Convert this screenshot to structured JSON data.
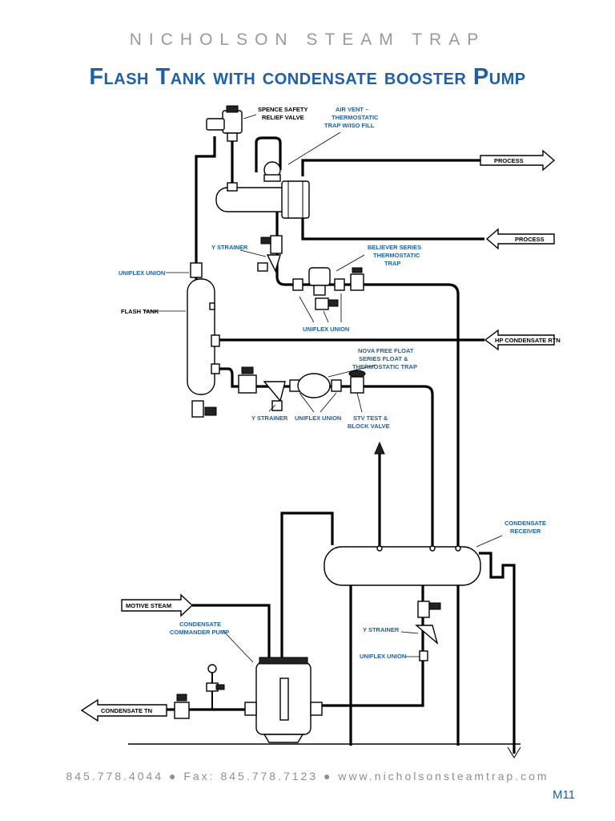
{
  "header": {
    "brand": "NICHOLSON STEAM TRAP",
    "title": "Flash Tank with condensate booster Pump"
  },
  "labels": {
    "spence": [
      "SPENCE SAFETY",
      "RELIEF VALVE"
    ],
    "air_vent": [
      "AIR VENT –",
      "THERMOSTATIC",
      "TRAP W/ISO FILL"
    ],
    "process_top": "PROCESS",
    "process_mid": "PROCESS",
    "y_strainer_top": "Y STRAINER",
    "believer": [
      "BELIEVER SERIES",
      "THERMOSTATIC",
      "TRAP"
    ],
    "uniflex_left": "UNIFLEX UNION",
    "flash_tank": "FLASH TANK",
    "uniflex_mid": "UNIFLEX UNION",
    "hp_condensate": "HP CONDENSATE RTN",
    "nova": [
      "NOVA FREE FLOAT",
      "SERIES FLOAT &",
      "THERMOSTATIC TRAP"
    ],
    "y_strainer_mid": "Y STRAINER",
    "uniflex_lower": "UNIFLEX UNION",
    "stv": [
      "STV TEST &",
      "BLOCK VALVE"
    ],
    "receiver": [
      "CONDENSATE",
      "RECEIVER"
    ],
    "motive_steam": "MOTIVE STEAM",
    "commander": [
      "CONDENSATE",
      "COMMANDER PUMP"
    ],
    "y_strainer_bottom": "Y STRAINER",
    "uniflex_bottom": "UNIFLEX UNION",
    "condensate_tn": "CONDENSATE  TN"
  },
  "footer": {
    "contact": "845.778.4044 ● Fax: 845.778.7123 ● www.nicholsonsteamtrap.com",
    "page": "M11"
  },
  "colors": {
    "accent": "#1f5fa8",
    "brand_gray": "#9a9a9a"
  }
}
